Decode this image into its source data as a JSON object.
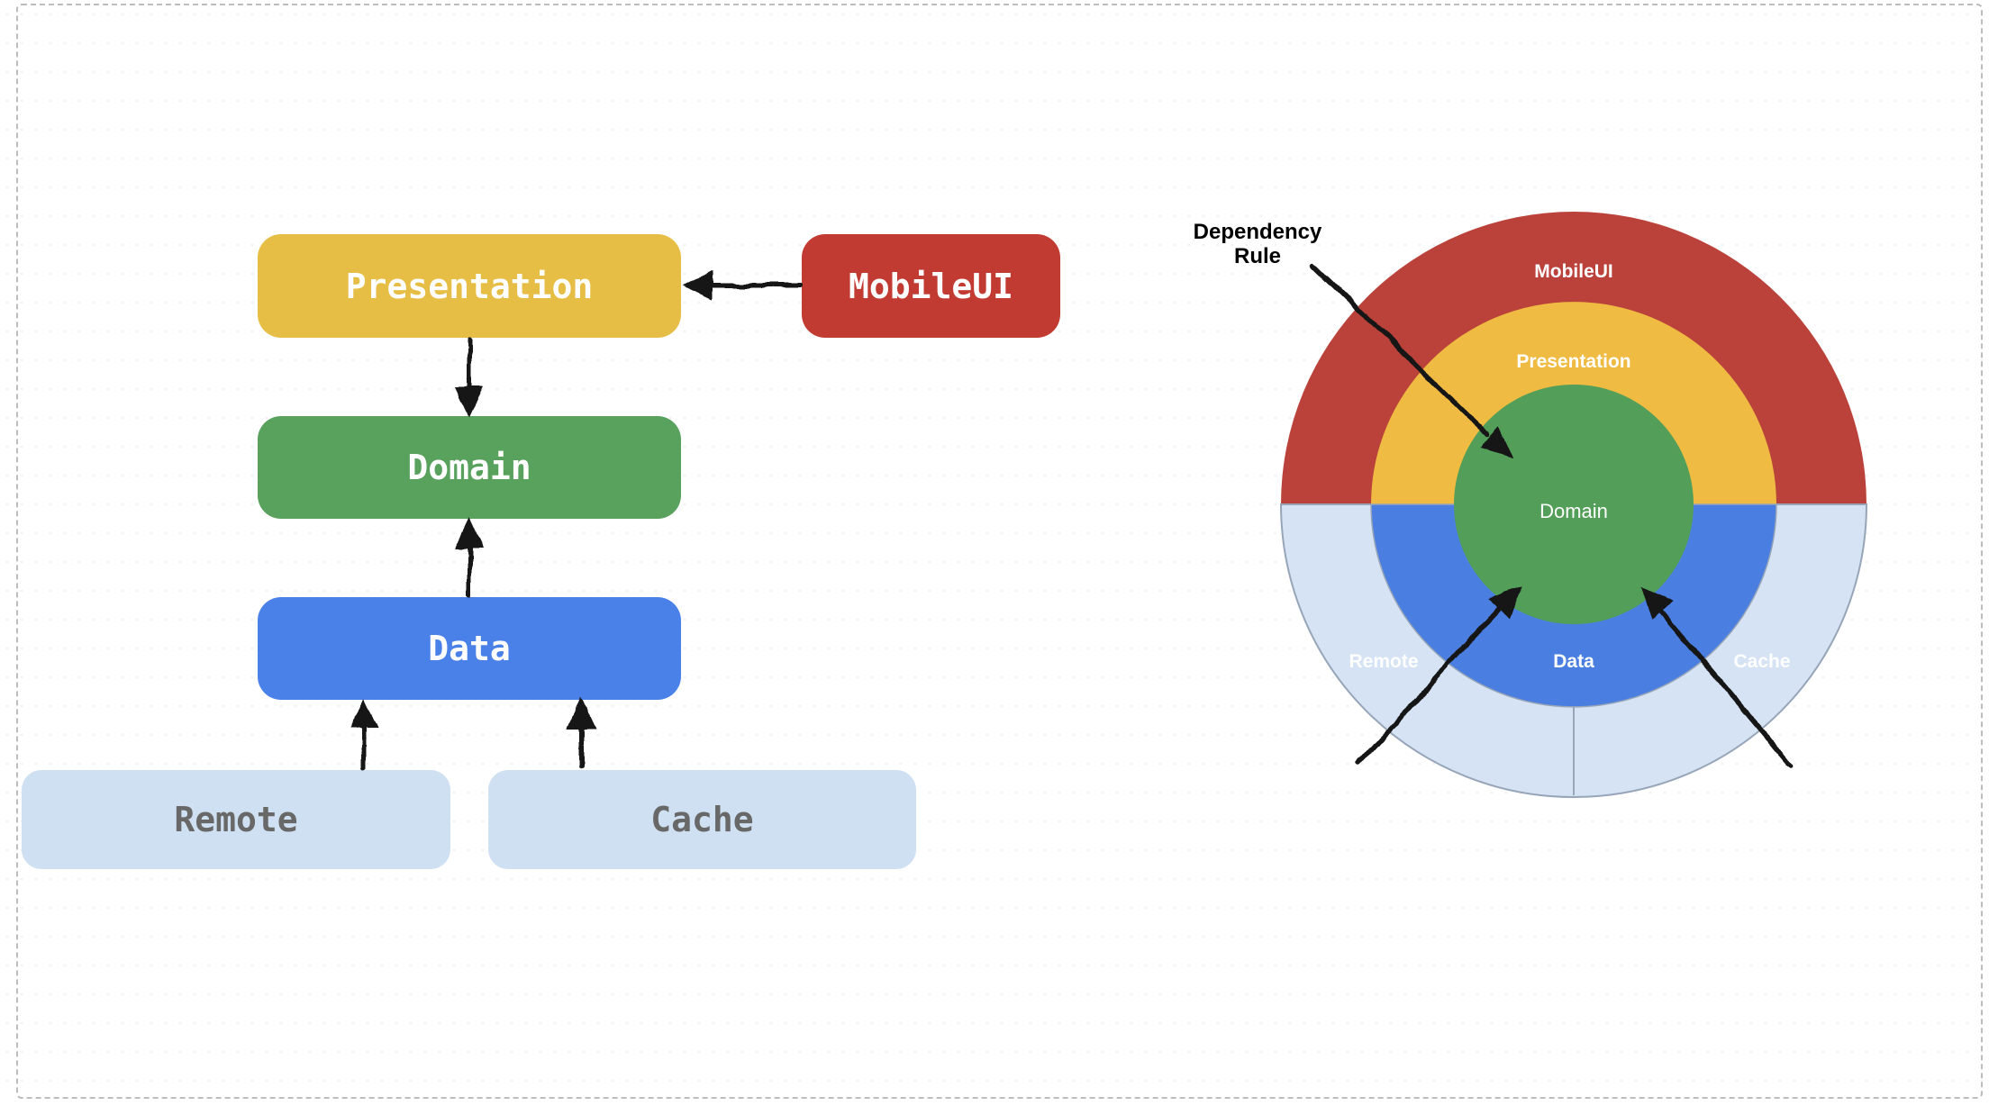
{
  "page": {
    "background": "#ffffff",
    "border_color": "#bdbdbd",
    "border_style": "dashed"
  },
  "palette": {
    "box_yellow": "#E7BE45",
    "box_red": "#C23B33",
    "box_green": "#58A25D",
    "box_blue": "#4A81E8",
    "box_lightblue": "#CFE0F3",
    "ring_red": "#BA423A",
    "ring_yellow": "#EFBB42",
    "ring_green": "#539E58",
    "ring_blue": "#4A7FE1",
    "ring_lightblue": "#D5E3F4",
    "ring_stroke": "#97A5B8",
    "arrow_black": "#161616",
    "muted_text": "#686868",
    "white_text": "#ffffff",
    "annotation_text": "#000000"
  },
  "flowchart": {
    "nodes": [
      {
        "id": "presentation",
        "label": "Presentation"
      },
      {
        "id": "mobileui",
        "label": "MobileUI"
      },
      {
        "id": "domain",
        "label": "Domain"
      },
      {
        "id": "data",
        "label": "Data"
      },
      {
        "id": "remote",
        "label": "Remote"
      },
      {
        "id": "cache",
        "label": "Cache"
      }
    ],
    "edges": [
      {
        "from": "MobileUI",
        "to": "Presentation"
      },
      {
        "from": "Presentation",
        "to": "Domain"
      },
      {
        "from": "Data",
        "to": "Domain"
      },
      {
        "from": "Remote",
        "to": "Data"
      },
      {
        "from": "Cache",
        "to": "Data"
      }
    ]
  },
  "onion": {
    "annotation": {
      "line1": "Dependency",
      "line2": "Rule"
    },
    "labels": {
      "outer_top": "MobileUI",
      "middle_top": "Presentation",
      "center": "Domain",
      "middle_bottom": "Data",
      "outer_bottom_left": "Remote",
      "outer_bottom_right": "Cache"
    },
    "rings": [
      {
        "layer": "outer",
        "top": "MobileUI",
        "bottom_left": "Remote",
        "bottom_right": "Cache"
      },
      {
        "layer": "middle",
        "top": "Presentation",
        "bottom": "Data"
      },
      {
        "layer": "center",
        "label": "Domain"
      }
    ]
  }
}
